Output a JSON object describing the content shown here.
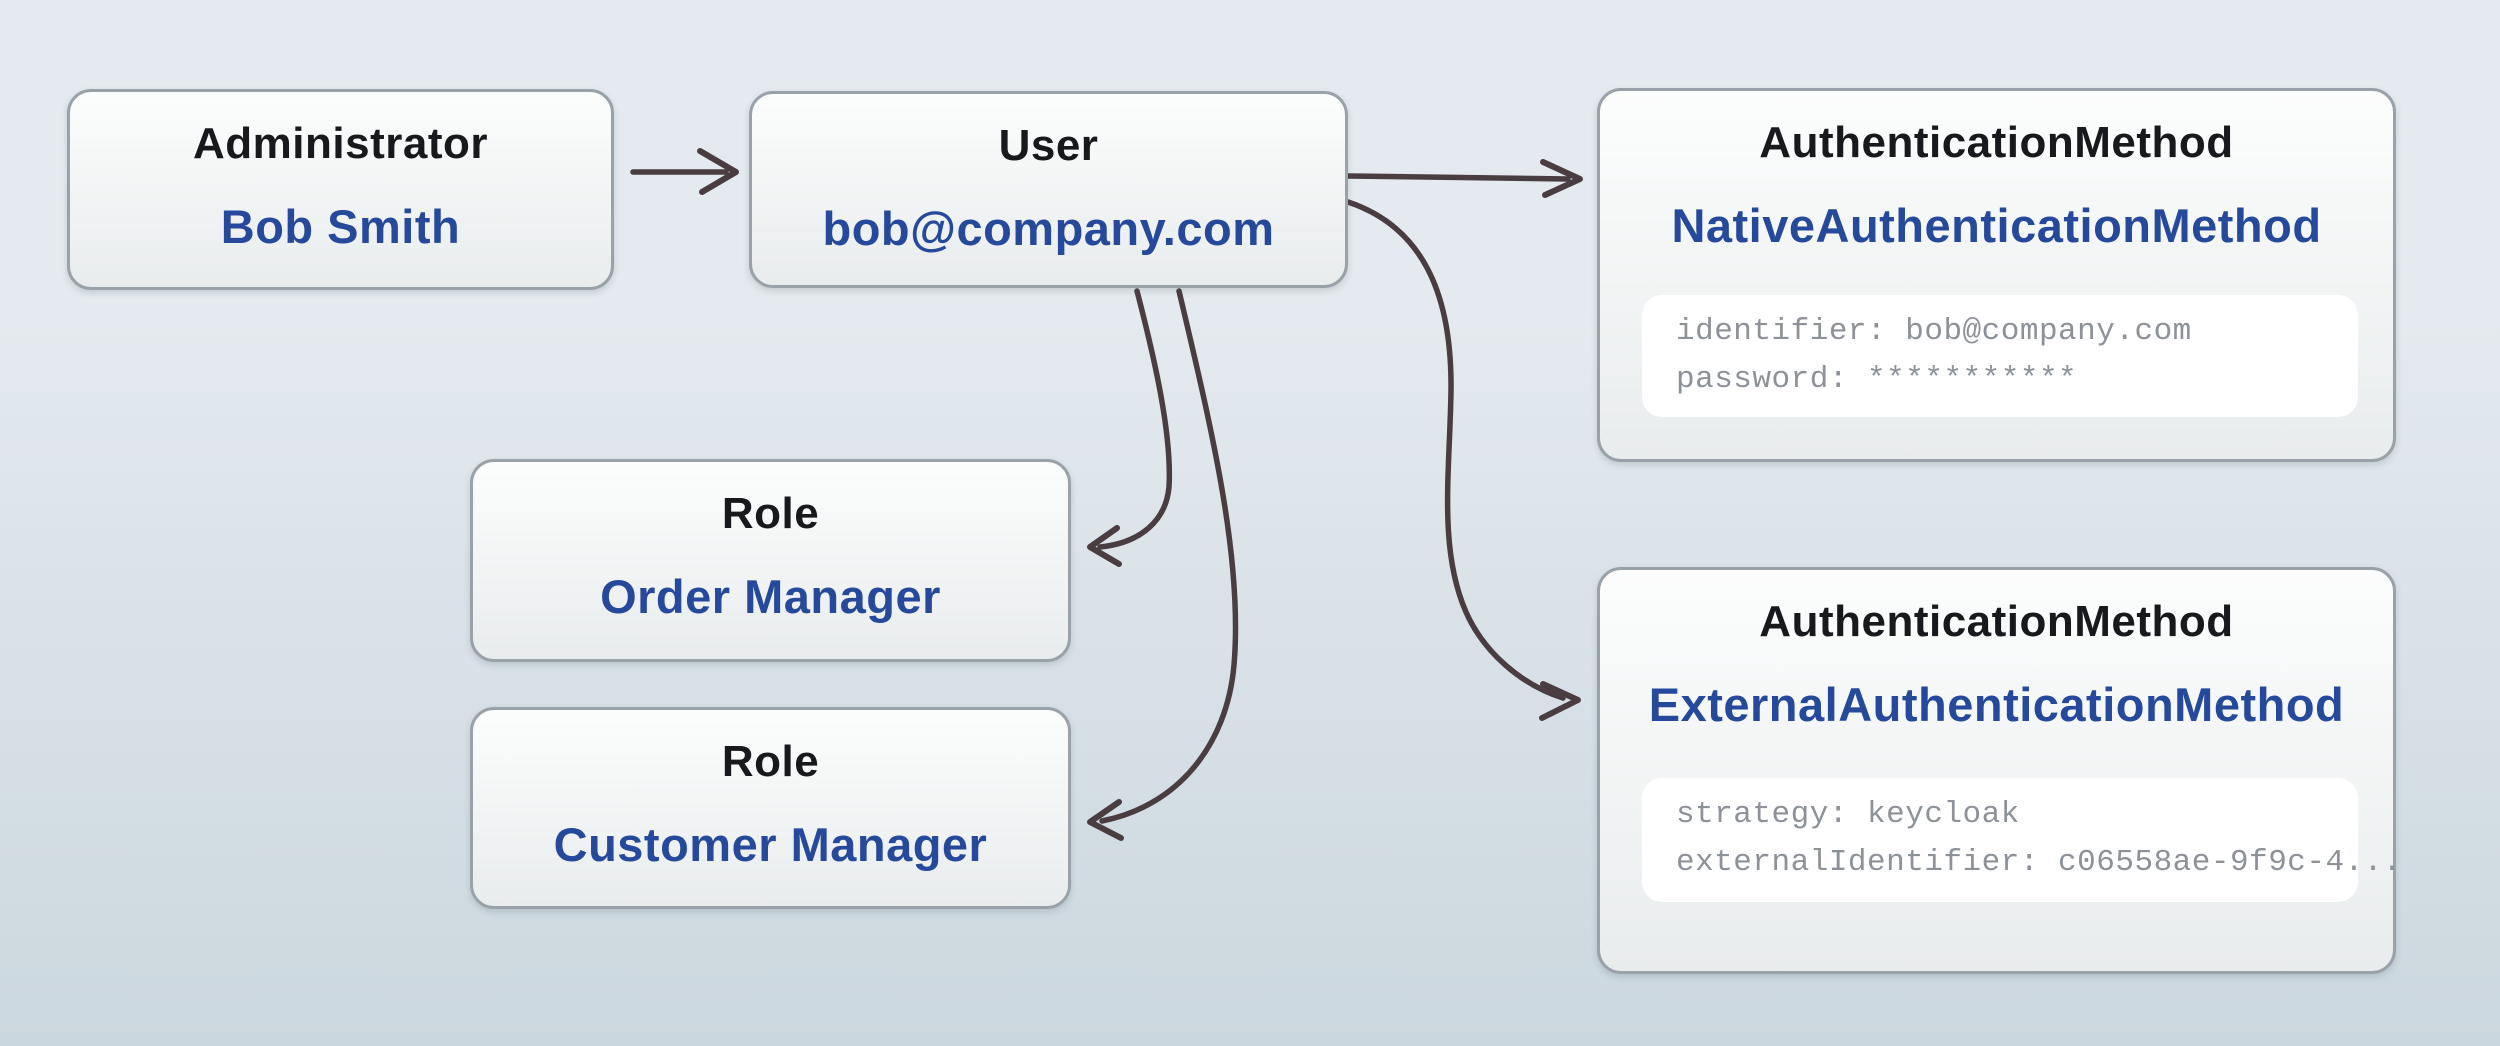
{
  "colors": {
    "bg-top": "#e4eaef",
    "bg-bottom": "#cbd7de",
    "node-border": "#99a2a8",
    "node-top": "#fcfdfd",
    "node-bottom": "#e9eced",
    "title": "#17191d",
    "accent": "#27499b",
    "code": "#8d9298",
    "panel": "#ffffff",
    "arrow": "#4a3d42"
  },
  "nodes": {
    "administrator": {
      "type": "Administrator",
      "name": "Bob Smith"
    },
    "user": {
      "type": "User",
      "name": "bob@company.com"
    },
    "native_auth": {
      "type": "AuthenticationMethod",
      "name": "NativeAuthenticationMethod",
      "attributes": [
        "identifier: bob@company.com",
        "password: ***********"
      ]
    },
    "external_auth": {
      "type": "AuthenticationMethod",
      "name": "ExternalAuthenticationMethod",
      "attributes": [
        "strategy: keycloak",
        "externalIdentifier: c06558ae-9f9c-4..."
      ]
    },
    "role_order": {
      "type": "Role",
      "name": "Order Manager"
    },
    "role_customer": {
      "type": "Role",
      "name": "Customer Manager"
    }
  },
  "edges": [
    {
      "from": "administrator",
      "to": "user"
    },
    {
      "from": "user",
      "to": "native_auth"
    },
    {
      "from": "user",
      "to": "external_auth"
    },
    {
      "from": "user",
      "to": "role_order"
    },
    {
      "from": "user",
      "to": "role_customer"
    }
  ]
}
